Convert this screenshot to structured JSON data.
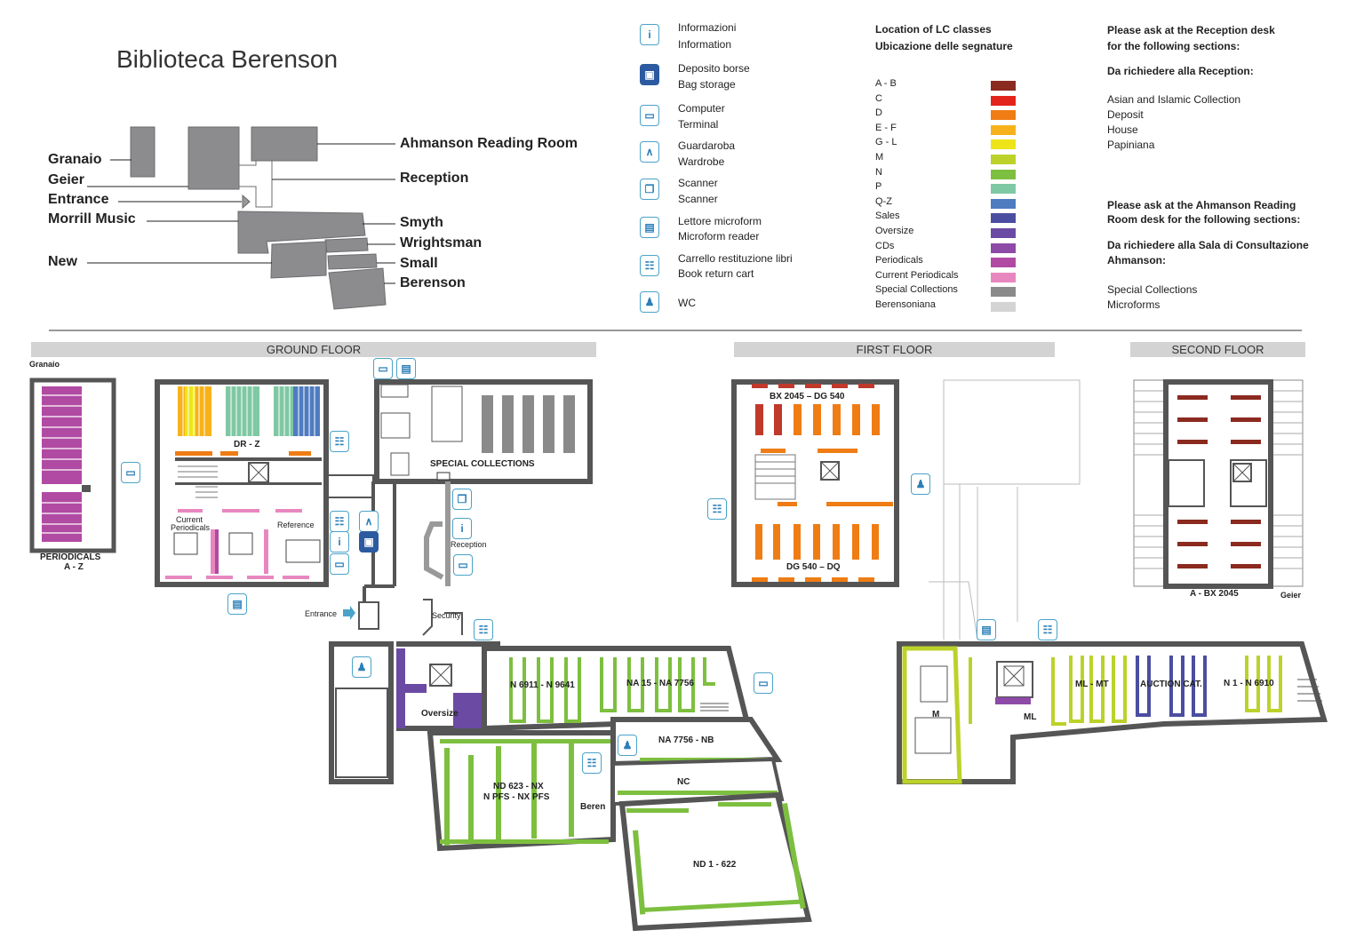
{
  "title": "Biblioteca Berenson",
  "key_map": {
    "left_labels": [
      "Granaio",
      "Geier",
      "Entrance",
      "Morrill Music",
      "New"
    ],
    "right_labels": [
      "Ahmanson Reading Room",
      "Reception",
      "Smyth",
      "Wrightsman",
      "Small",
      "Berenson"
    ]
  },
  "services": [
    {
      "icon": "info-icon",
      "it": "Informazioni",
      "en": "Information"
    },
    {
      "icon": "bag-icon",
      "it": "Deposito borse",
      "en": "Bag storage"
    },
    {
      "icon": "computer-icon",
      "it": "Computer",
      "en": "Terminal"
    },
    {
      "icon": "hanger-icon",
      "it": "Guardaroba",
      "en": "Wardrobe"
    },
    {
      "icon": "scanner-icon",
      "it": "Scanner",
      "en": "Scanner"
    },
    {
      "icon": "microform-icon",
      "it": "Lettore microform",
      "en": "Microform reader"
    },
    {
      "icon": "book-cart-icon",
      "it": "Carrello restituzione libri",
      "en": "Book return cart"
    },
    {
      "icon": "wc-icon",
      "it": "WC",
      "en": ""
    }
  ],
  "lc_legend": {
    "title_en": "Location of LC classes",
    "title_it": "Ubicazione delle segnature",
    "items": [
      {
        "label": "A - B",
        "color": "#8b2a1f"
      },
      {
        "label": "C",
        "color": "#e3241c"
      },
      {
        "label": "D",
        "color": "#ef7d14"
      },
      {
        "label": "E - F",
        "color": "#f7b21b"
      },
      {
        "label": "G - L",
        "color": "#efe41a"
      },
      {
        "label": "M",
        "color": "#bcd22a"
      },
      {
        "label": "N",
        "color": "#7dbf3f"
      },
      {
        "label": "P",
        "color": "#7fc8a4"
      },
      {
        "label": "Q-Z",
        "color": "#4f7cc1"
      },
      {
        "label": "Sales",
        "color": "#4b4ea0"
      },
      {
        "label": "Oversize",
        "color": "#6b4aa3"
      },
      {
        "label": "CDs",
        "color": "#8d4aa6"
      },
      {
        "label": "Periodicals",
        "color": "#b04aa3"
      },
      {
        "label": "Current Periodicals",
        "color": "#e887bf"
      },
      {
        "label": "Special Collections",
        "color": "#8a8a8a"
      },
      {
        "label": "Berensoniana",
        "color": "#d4d4d4"
      }
    ]
  },
  "reception_info": {
    "heading_en_1": "Please ask at the Reception desk",
    "heading_en_2": "for the following sections:",
    "heading_it": "Da richiedere alla Reception:",
    "items": [
      "Asian and Islamic Collection",
      "Deposit",
      "House",
      "Papiniana"
    ]
  },
  "ahmanson_info": {
    "heading_en_1": "Please ask at the Ahmanson Reading",
    "heading_en_2": "Room desk for the following sections:",
    "heading_it_1": "Da richiedere alla Sala di Consultazione",
    "heading_it_2": "Ahmanson:",
    "items": [
      "Special Collections",
      "Microforms"
    ]
  },
  "floors": {
    "ground": "GROUND FLOOR",
    "first": "FIRST FLOOR",
    "second": "SECOND FLOOR"
  },
  "plan_labels": {
    "granaio": "Granaio",
    "periodicals_1": "PERIODICALS",
    "periodicals_2": "A - Z",
    "dr_z": "DR - Z",
    "current_periodicals_1": "Current",
    "current_periodicals_2": "Periodicals",
    "reference": "Reference",
    "special_collections": "SPECIAL COLLECTIONS",
    "reception": "Reception",
    "entrance": "Entrance",
    "security": "Security",
    "oversize": "Oversize",
    "n6911": "N 6911 - N 9641",
    "na15": "NA 15 - NA 7756",
    "na7756": "NA 7756 - NB",
    "nc": "NC",
    "nd623_1": "ND 623 - NX",
    "nd623_2": "N PFS - NX PFS",
    "berenson": "Beren",
    "nd1": "ND 1 - 622",
    "bx2045": "BX 2045 – DG 540",
    "dg540": "DG 540 – DQ",
    "m": "M",
    "ml": "ML",
    "ml_mt": "ML - MT",
    "auction": "AUCTION CAT.",
    "n1": "N 1 - N 6910",
    "a_bx": "A - BX 2045",
    "geier": "Geier"
  }
}
